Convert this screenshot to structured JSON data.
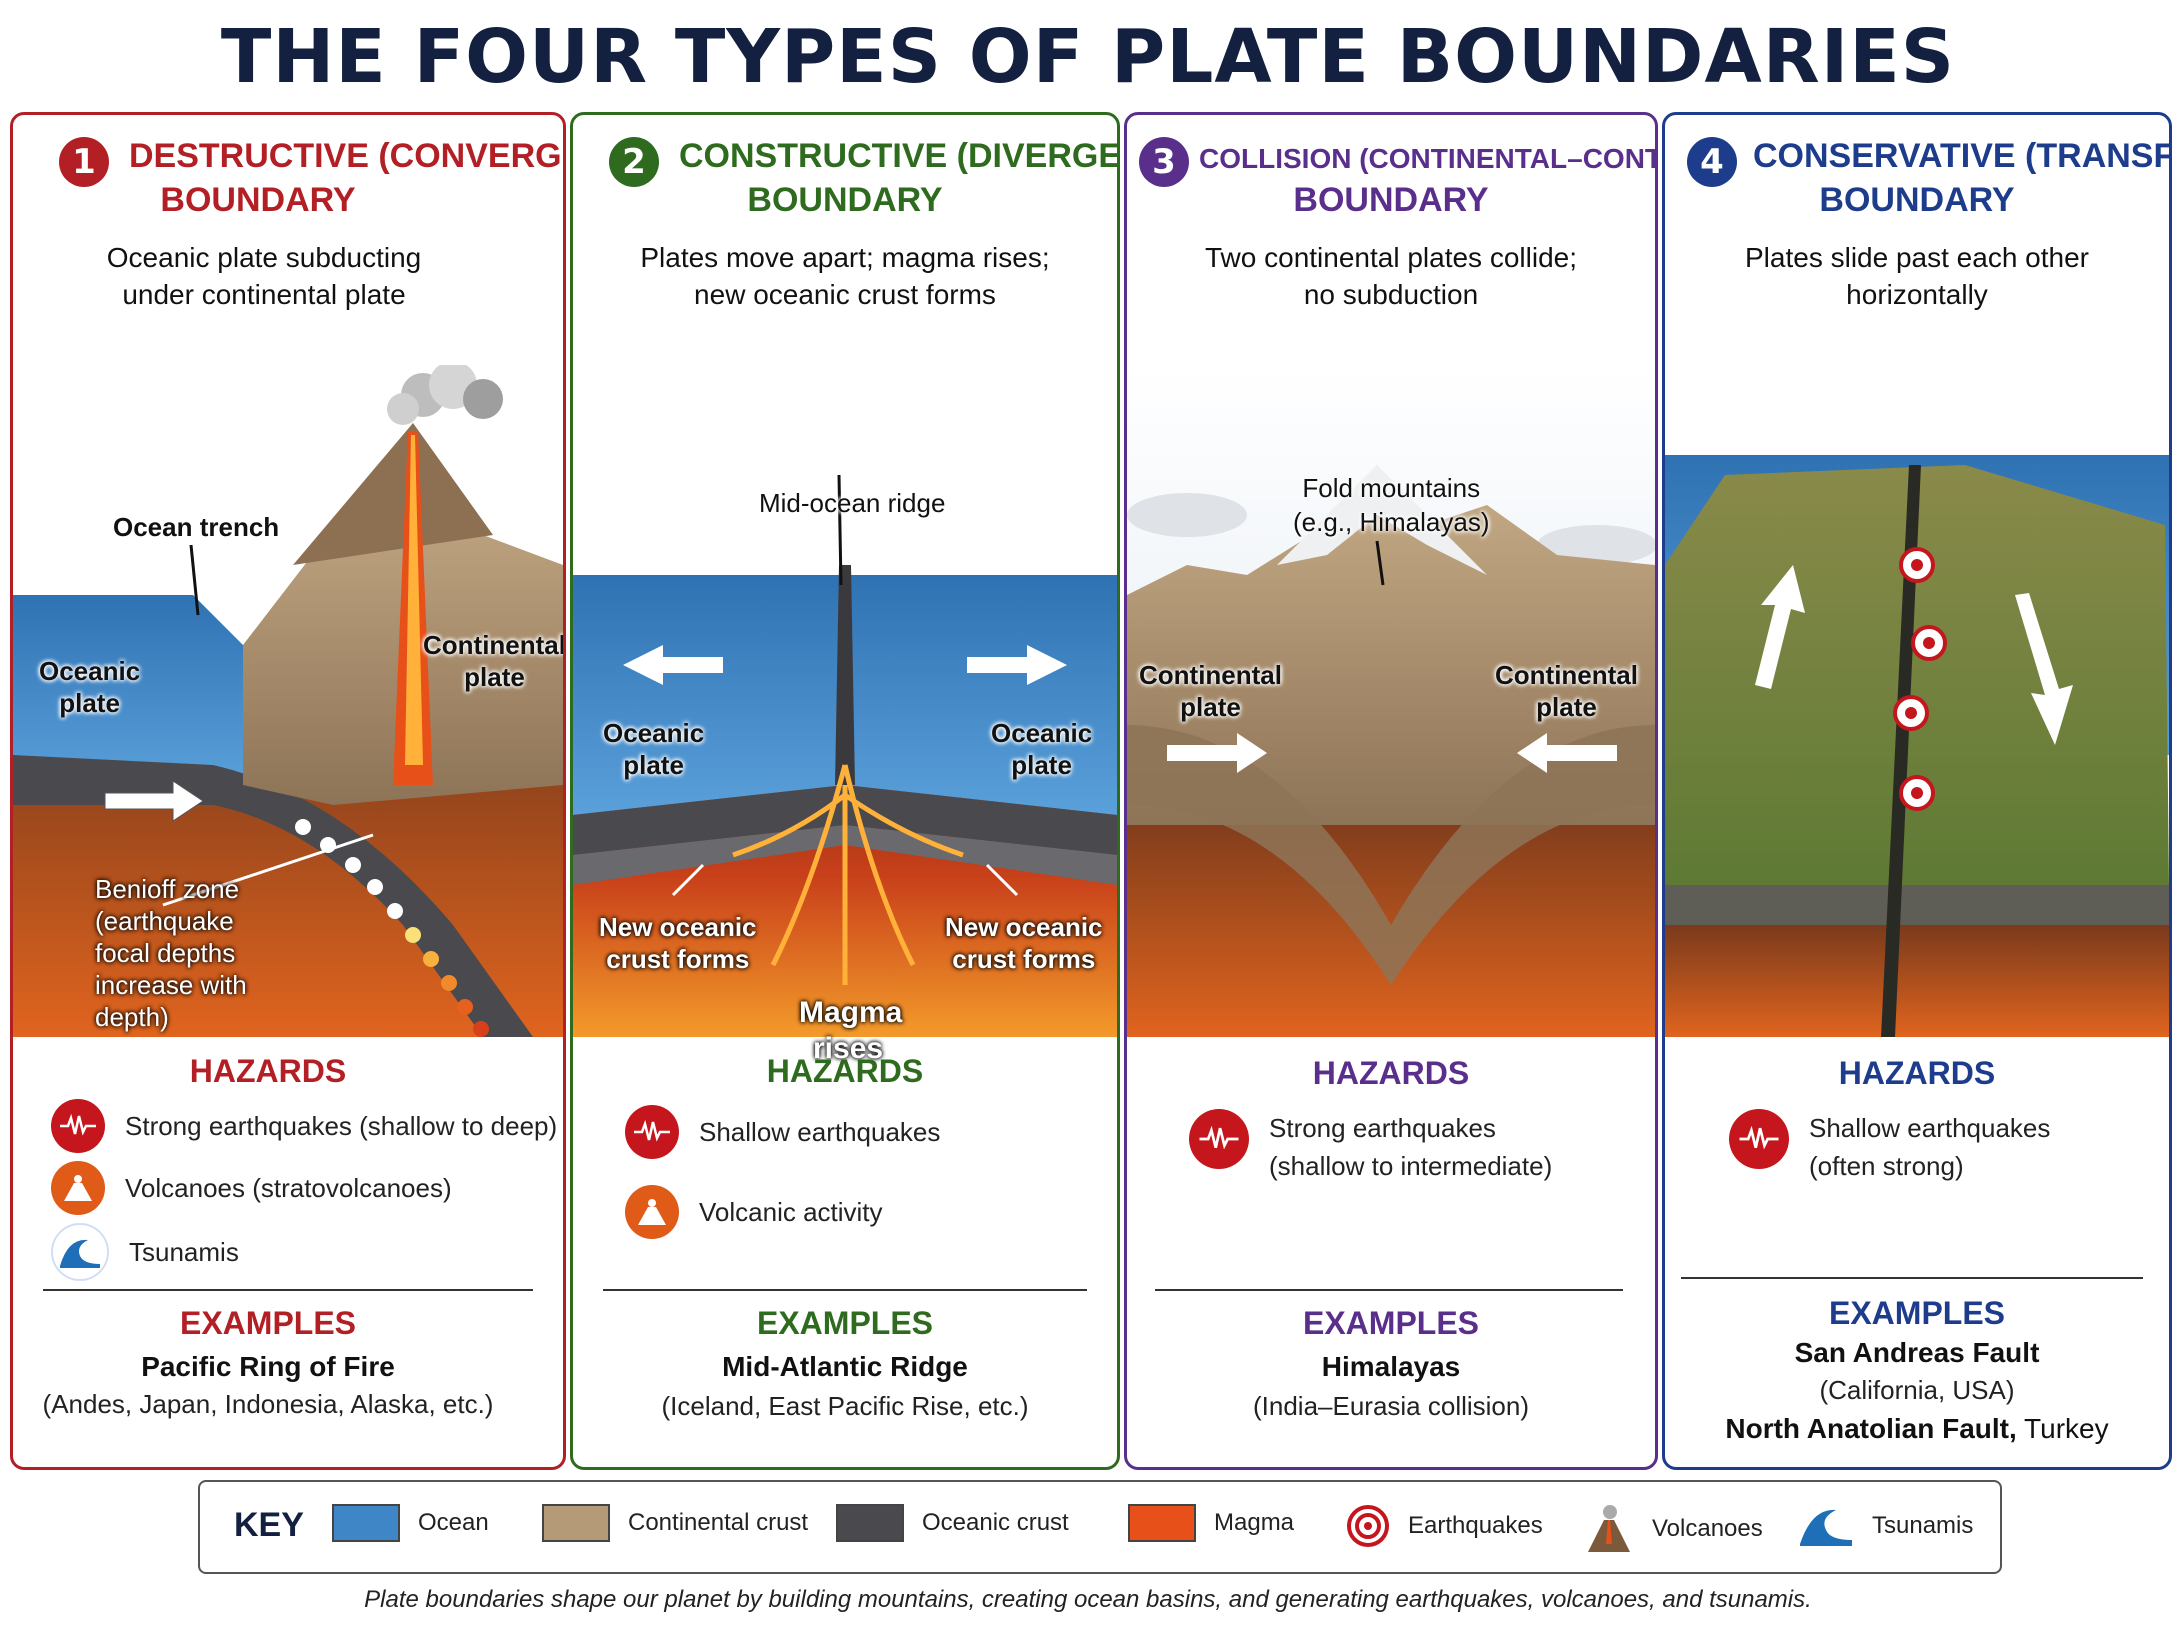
{
  "title": "THE FOUR TYPES OF PLATE BOUNDARIES",
  "panels": [
    {
      "number": "1",
      "heading1": "DESTRUCTIVE (CONVERGENT)",
      "heading2": "BOUNDARY",
      "desc1": "Oceanic plate subducting",
      "desc2": "under continental plate",
      "labels": {
        "ocean_trench": "Ocean trench",
        "oceanic_plate_1": "Oceanic",
        "oceanic_plate_2": "plate",
        "continental_plate_1": "Continental",
        "continental_plate_2": "plate",
        "benioff_1": "Benioff zone",
        "benioff_2": "(earthquake",
        "benioff_3": "focal depths",
        "benioff_4": "increase with",
        "benioff_5": "depth)"
      },
      "hazards_title": "HAZARDS",
      "hazards": [
        "Strong earthquakes (shallow to deep)",
        "Volcanoes (stratovolcanoes)",
        "Tsunamis"
      ],
      "examples_title": "EXAMPLES",
      "example_main": "Pacific Ring of Fire",
      "example_sub": "(Andes, Japan, Indonesia, Alaska, etc.)"
    },
    {
      "number": "2",
      "heading1": "CONSTRUCTIVE (DIVERGENT)",
      "heading2": "BOUNDARY",
      "desc1": "Plates move apart; magma rises;",
      "desc2": "new oceanic crust forms",
      "labels": {
        "ridge": "Mid-ocean ridge",
        "oceanic_left_1": "Oceanic",
        "oceanic_left_2": "plate",
        "oceanic_right_1": "Oceanic",
        "oceanic_right_2": "plate",
        "crust_left_1": "New oceanic",
        "crust_left_2": "crust forms",
        "crust_right_1": "New oceanic",
        "crust_right_2": "crust forms",
        "magma_1": "Magma",
        "magma_2": "rises"
      },
      "hazards_title": "HAZARDS",
      "hazards": [
        "Shallow earthquakes",
        "Volcanic activity"
      ],
      "examples_title": "EXAMPLES",
      "example_main": "Mid-Atlantic Ridge",
      "example_sub": "(Iceland, East Pacific Rise, etc.)"
    },
    {
      "number": "3",
      "heading1": "COLLISION (CONTINENTAL–CONTINENTAL)",
      "heading2": "BOUNDARY",
      "desc1": "Two continental plates collide;",
      "desc2": "no subduction",
      "labels": {
        "fold_1": "Fold mountains",
        "fold_2": "(e.g., Himalayas)",
        "cont_left_1": "Continental",
        "cont_left_2": "plate",
        "cont_right_1": "Continental",
        "cont_right_2": "plate"
      },
      "hazards_title": "HAZARDS",
      "hazards": [
        "Strong earthquakes",
        "(shallow to intermediate)"
      ],
      "examples_title": "EXAMPLES",
      "example_main": "Himalayas",
      "example_sub": "(India–Eurasia collision)"
    },
    {
      "number": "4",
      "heading1": "CONSERVATIVE (TRANSFORM)",
      "heading2": "BOUNDARY",
      "desc1": "Plates slide past each other",
      "desc2": "horizontally",
      "hazards_title": "HAZARDS",
      "hazards": [
        "Shallow earthquakes",
        "(often strong)"
      ],
      "examples_title": "EXAMPLES",
      "example_main": "San Andreas Fault",
      "example_sub": "(California, USA)",
      "example_main2": "North Anatolian Fault,",
      "example_sub2": " Turkey"
    }
  ],
  "key": {
    "title": "KEY",
    "items": [
      "Ocean",
      "Continental crust",
      "Oceanic crust",
      "Magma",
      "Earthquakes",
      "Volcanoes",
      "Tsunamis"
    ]
  },
  "footer": "Plate boundaries shape our planet by building mountains, creating ocean basins, and generating earthquakes, volcanoes, and tsunamis.",
  "colors": {
    "destructive": "#b21f24",
    "constructive": "#2e6b1f",
    "collision": "#5a2f8c",
    "conservative": "#1d3d8c",
    "ocean": "#3f86c6",
    "continental_crust": "#b59a78",
    "oceanic_crust": "#4a4a4e",
    "magma": "#e8501a"
  },
  "icons": [
    "earthquake-icon",
    "volcano-icon",
    "tsunami-icon",
    "target-icon"
  ]
}
